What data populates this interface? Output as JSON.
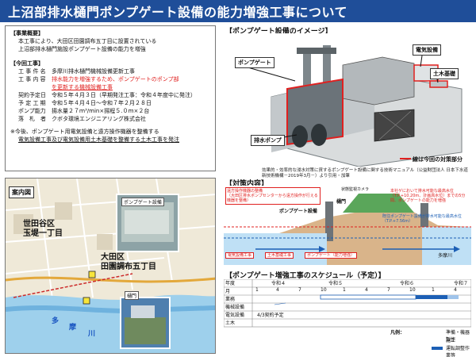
{
  "title": "上沼部排水樋門ポンプゲート設備の能力増強工事について",
  "info": {
    "overview_head": "【事業概要】",
    "overview_1": "本工事により、大田区田園調布五丁目に設置されている",
    "overview_2": "上沼部排水樋門施設ポンプゲート設備の能力を増強",
    "work_head": "【今回工事】",
    "rows": [
      {
        "k": "工 事 件 名",
        "v": "多摩川排水樋門機械設備更新工事"
      },
      {
        "k": "工 事 内 容",
        "v": "排水能力を増強するため、ポンプゲートのポンプ部",
        "red": true
      },
      {
        "k": "",
        "v": "を更新する機械設備工事",
        "red": true,
        "ul": true
      },
      {
        "k": "契約予定日",
        "v": "令和５年４月３日（早期発注工事：令和４年度中に発注）"
      },
      {
        "k": "予 定 工 期",
        "v": "令和５年４月４日～令和７年２月２８日"
      },
      {
        "k": "ポンプ能力",
        "v": "揚水量２７ｍ³/min×揚程５.０ｍ×２台"
      },
      {
        "k": "落　札　者",
        "v": "クボタ環境エンジニアリング株式会社"
      }
    ],
    "note_1": "※今後、ポンプゲート用電気設備と遠方操作機器を整備する",
    "note_2": "電気設備工事及び電気設備用土木基礎を整備する土木工事を発注"
  },
  "map": {
    "label": "案内図",
    "district1_a": "世田谷区",
    "district1_b": "玉堤一丁目",
    "district2_a": "大田区",
    "district2_b": "田園調布五丁目",
    "photo1": "ポンプゲート設備",
    "photo2": "樋門",
    "river_a": "多",
    "river_b": "摩",
    "river_c": "川"
  },
  "image": {
    "head": "【ポンプゲート設備のイメージ】",
    "pump_gate": "ポンプゲート",
    "electric": "電気設備",
    "civil": "土木基礎",
    "pump": "排水ポンプ",
    "this_work": "線は今回の対策部分"
  },
  "ref": "効果的・効率的な浸水対策に資するポンプゲート設備に関する技術マニュアル（公益財団法人 日本下水道新技術機構－2019年3月－）より引用・加筆",
  "measures": {
    "head": "【対策内容】",
    "remote": "遠方操作機器の整備",
    "remote_sub": "（大田区排水ポンプセンターから遠方操作が行える機器を整備）",
    "camera": "状態監視カメラ",
    "pump_gate": "ポンプゲート設備",
    "gate": "樋門",
    "note": "本社ゲにおいて排水可能な最高水位（T.P.+10.20m、計画高水位）までの5分間、ポンプゲートの能力を増強",
    "spec": "既往ポンプゲート設備が排水可能な最高水位（T.P.+7.56m）",
    "electric": "電気設備工事",
    "civil": "土木基礎工事",
    "mech": "ポンプゲート（能力増強）",
    "river": "多摩川"
  },
  "schedule": {
    "head": "【ポンプゲート増強工事のスケジュール（予定）】",
    "year_label": "年度",
    "month_label": "月",
    "years": [
      "令和４",
      "令和５",
      "令和６",
      "令和７"
    ],
    "months": [
      "1",
      "4",
      "7",
      "10",
      "1",
      "4",
      "7",
      "10",
      "1",
      "4"
    ],
    "rows": [
      "業務",
      "機械設備",
      "電気設備",
      "土木"
    ],
    "contract": "4/3契約予定",
    "legend_head": "凡例：",
    "legend": [
      "準備・機器製作",
      "施工",
      "運転調整作業等"
    ]
  },
  "colors": {
    "title_bg": "#1f4e99",
    "red": "#e0201f",
    "bar_blue": "#1c5fb5"
  }
}
